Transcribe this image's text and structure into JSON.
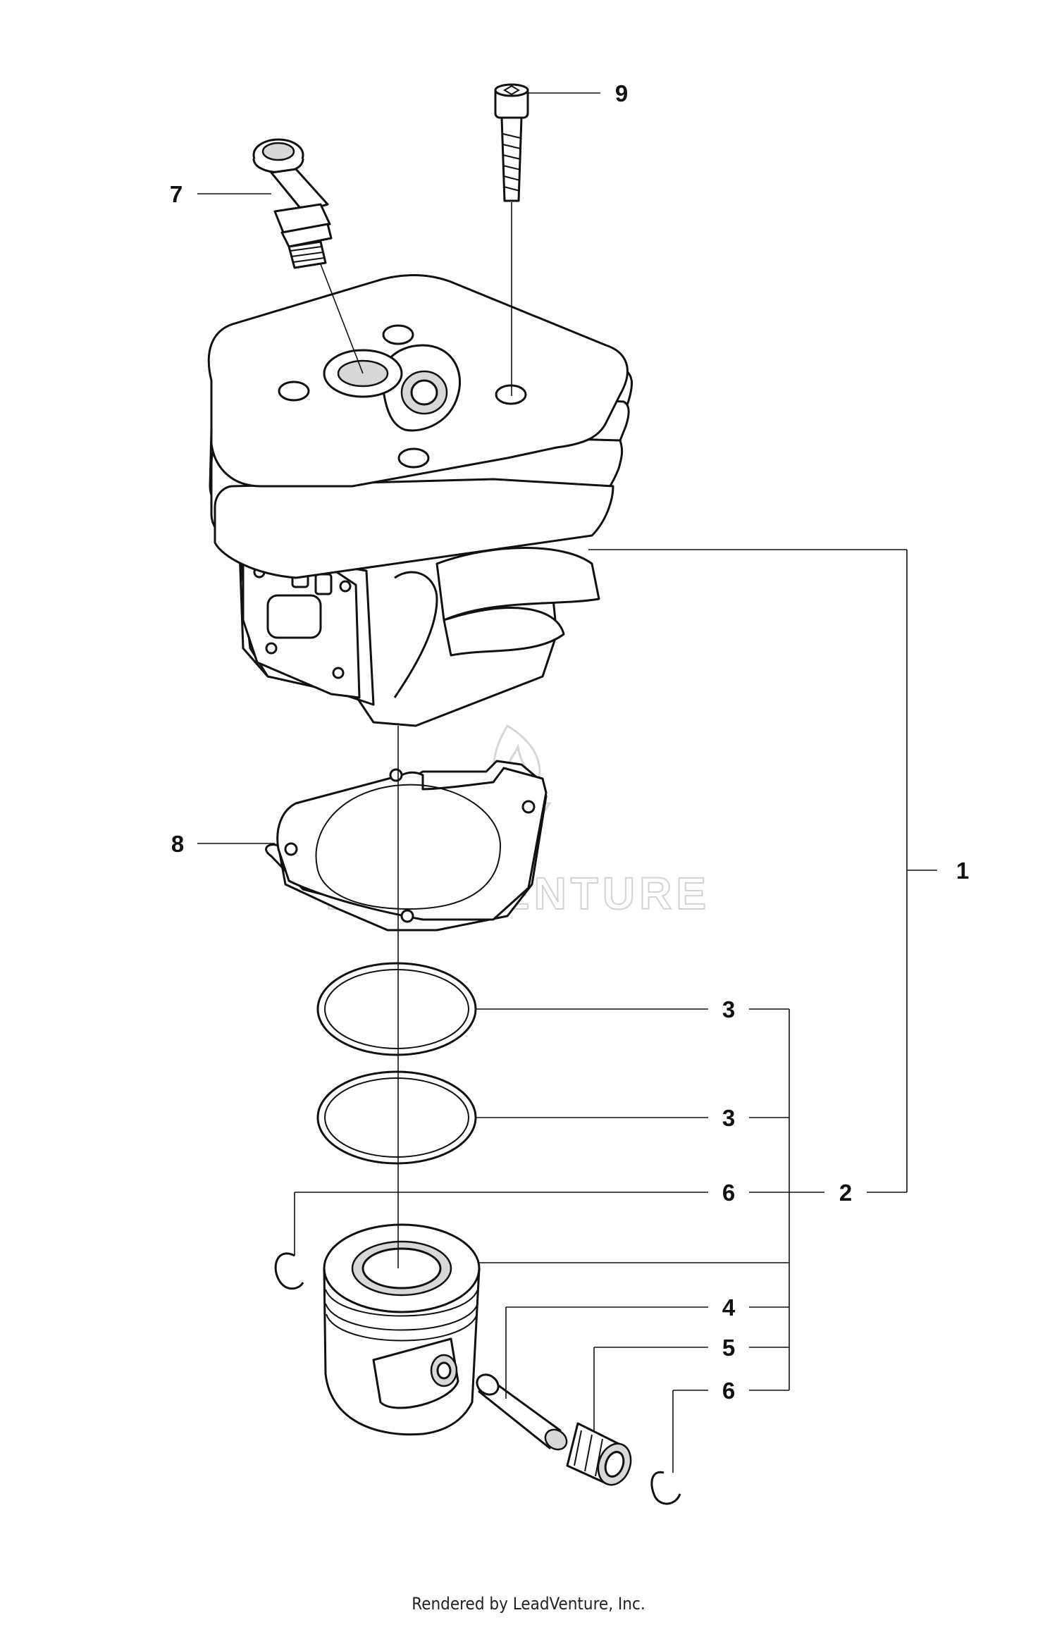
{
  "callouts": {
    "c1": "1",
    "c2": "2",
    "c3a": "3",
    "c3b": "3",
    "c4": "4",
    "c5": "5",
    "c6a": "6",
    "c6b": "6",
    "c7": "7",
    "c8": "8",
    "c9": "9"
  },
  "watermark": {
    "brand": "LEADVENTURE"
  },
  "footer": {
    "credit": "Rendered by LeadVenture, Inc."
  }
}
